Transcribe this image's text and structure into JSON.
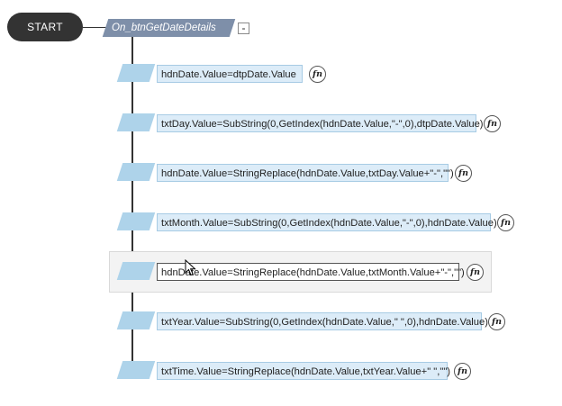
{
  "flow": {
    "start_label": "START",
    "event_label": "On_btnGetDateDetails",
    "collapse_symbol": "-",
    "fn_label": "fn",
    "statements": [
      "hdnDate.Value=dtpDate.Value",
      "txtDay.Value=SubString(0,GetIndex(hdnDate.Value,\"-\",0),dtpDate.Value)",
      "hdnDate.Value=StringReplace(hdnDate.Value,txtDay.Value+\"-\",\"\")",
      "txtMonth.Value=SubString(0,GetIndex(hdnDate.Value,\"-\",0),hdnDate.Value)",
      "hdnDate.Value=StringReplace(hdnDate.Value,txtMonth.Value+\"-\",\"\")",
      "txtYear.Value=SubString(0,GetIndex(hdnDate.Value,\" \",0),hdnDate.Value)",
      "txtTime.Value=StringReplace(hdnDate.Value,txtYear.Value+\" \",\"\")"
    ],
    "selected_index": 4
  },
  "colors": {
    "start_bg": "#333333",
    "event_bg": "#7e8fa9",
    "statement_bg": "#dcecf8",
    "statement_border": "#a7cbe4",
    "connector": "#333333"
  },
  "icons": {
    "cursor": "mouse-pointer-icon",
    "function": "function-icon"
  }
}
